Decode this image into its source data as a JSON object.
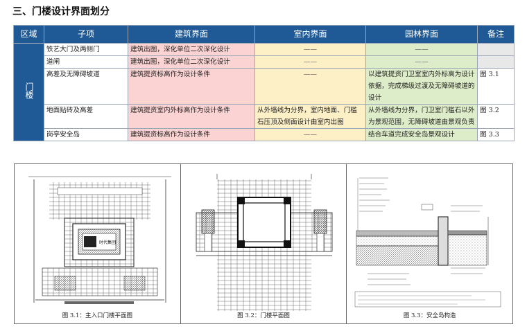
{
  "section_title": "三、门楼设计界面划分",
  "table": {
    "headers": [
      "区域",
      "子项",
      "建筑界面",
      "室内界面",
      "园林界面",
      "备注"
    ],
    "area": "门楼",
    "rows": [
      {
        "item": "铁艺大门及两侧门",
        "arch": "建筑出图，深化单位二次深化设计",
        "interior": "——",
        "garden": "——",
        "note": ""
      },
      {
        "item": "道闸",
        "arch": "建筑出图，深化单位二次深化设计",
        "interior": "——",
        "garden": "——",
        "note": ""
      },
      {
        "item": "高差及无障碍坡道",
        "arch": "建筑提资标高作为设计条件",
        "interior": "——",
        "garden": "以建筑提资门卫室室内外标高为设计依据，完成梯级过渡及无障碍坡道的设计",
        "note": "图 3.1"
      },
      {
        "item": "地面贴砖及高差",
        "arch": "建筑提资室内外标高作为设计条件",
        "interior": "从外墙线为分界，室内地面、门槛石压顶及侧面设计由室内出图",
        "garden": "从外墙线为分界，门卫室门槛石以外为景观范围，无障碍坡道由景观负责",
        "note": "图 3.2"
      },
      {
        "item": "岗亭安全岛",
        "arch": "建筑提资标高作为设计条件",
        "interior": "——",
        "garden": "结合车道完成安全岛景观设计",
        "note": "图 3.3"
      }
    ]
  },
  "figures": [
    {
      "caption": "图 3.1：主入口门楼平面图",
      "plan_label": "时代集团"
    },
    {
      "caption": "图 3.2：门楼平面图"
    },
    {
      "caption": "图 3.3：安全岛构造"
    }
  ]
}
